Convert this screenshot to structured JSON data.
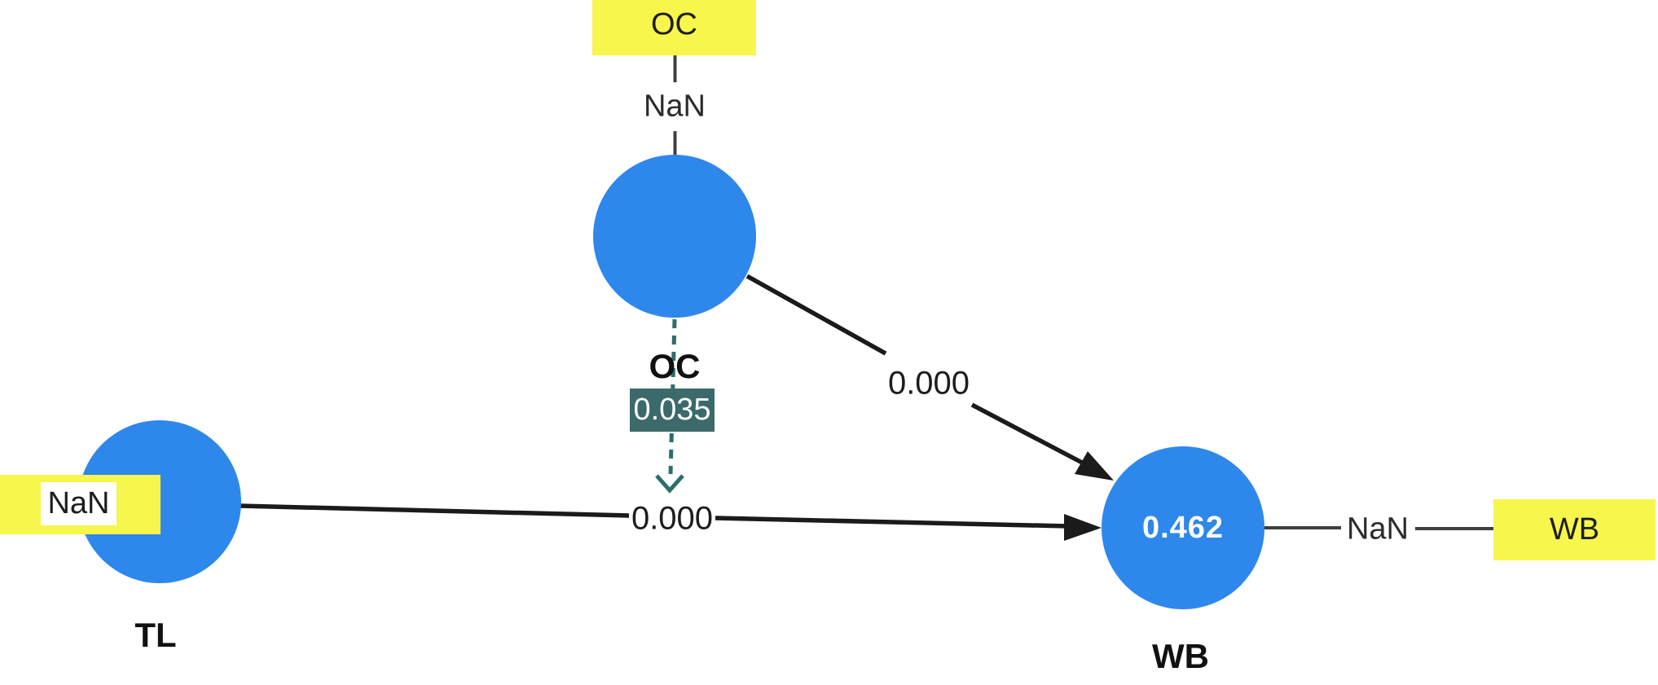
{
  "model": {
    "title": "SEM path model (SmartPLS style)",
    "colors": {
      "node_fill": "#2e87eb",
      "indicator_fill": "#f7f64c",
      "stat_fill": "#3c6a6a",
      "stat_text": "#ffffff",
      "dashed_arrow": "#2c6e6e",
      "path_line": "#1b1b1b",
      "connector_line": "#3f3f3f",
      "text": "#1d1d1d"
    },
    "nodes": {
      "oc": {
        "label": "OC"
      },
      "tl": {
        "label": "TL"
      },
      "wb": {
        "label": "WB",
        "value": "0.462"
      }
    },
    "indicators": {
      "top": {
        "label": "OC",
        "loading": "NaN"
      },
      "left": {
        "label": "NaN"
      },
      "right": {
        "label": "WB",
        "loading": "NaN"
      }
    },
    "paths": {
      "tl_wb": {
        "coefficient": "0.000"
      },
      "oc_wb": {
        "coefficient": "0.000"
      },
      "oc_dashed": {
        "stat": "0.035"
      }
    }
  }
}
